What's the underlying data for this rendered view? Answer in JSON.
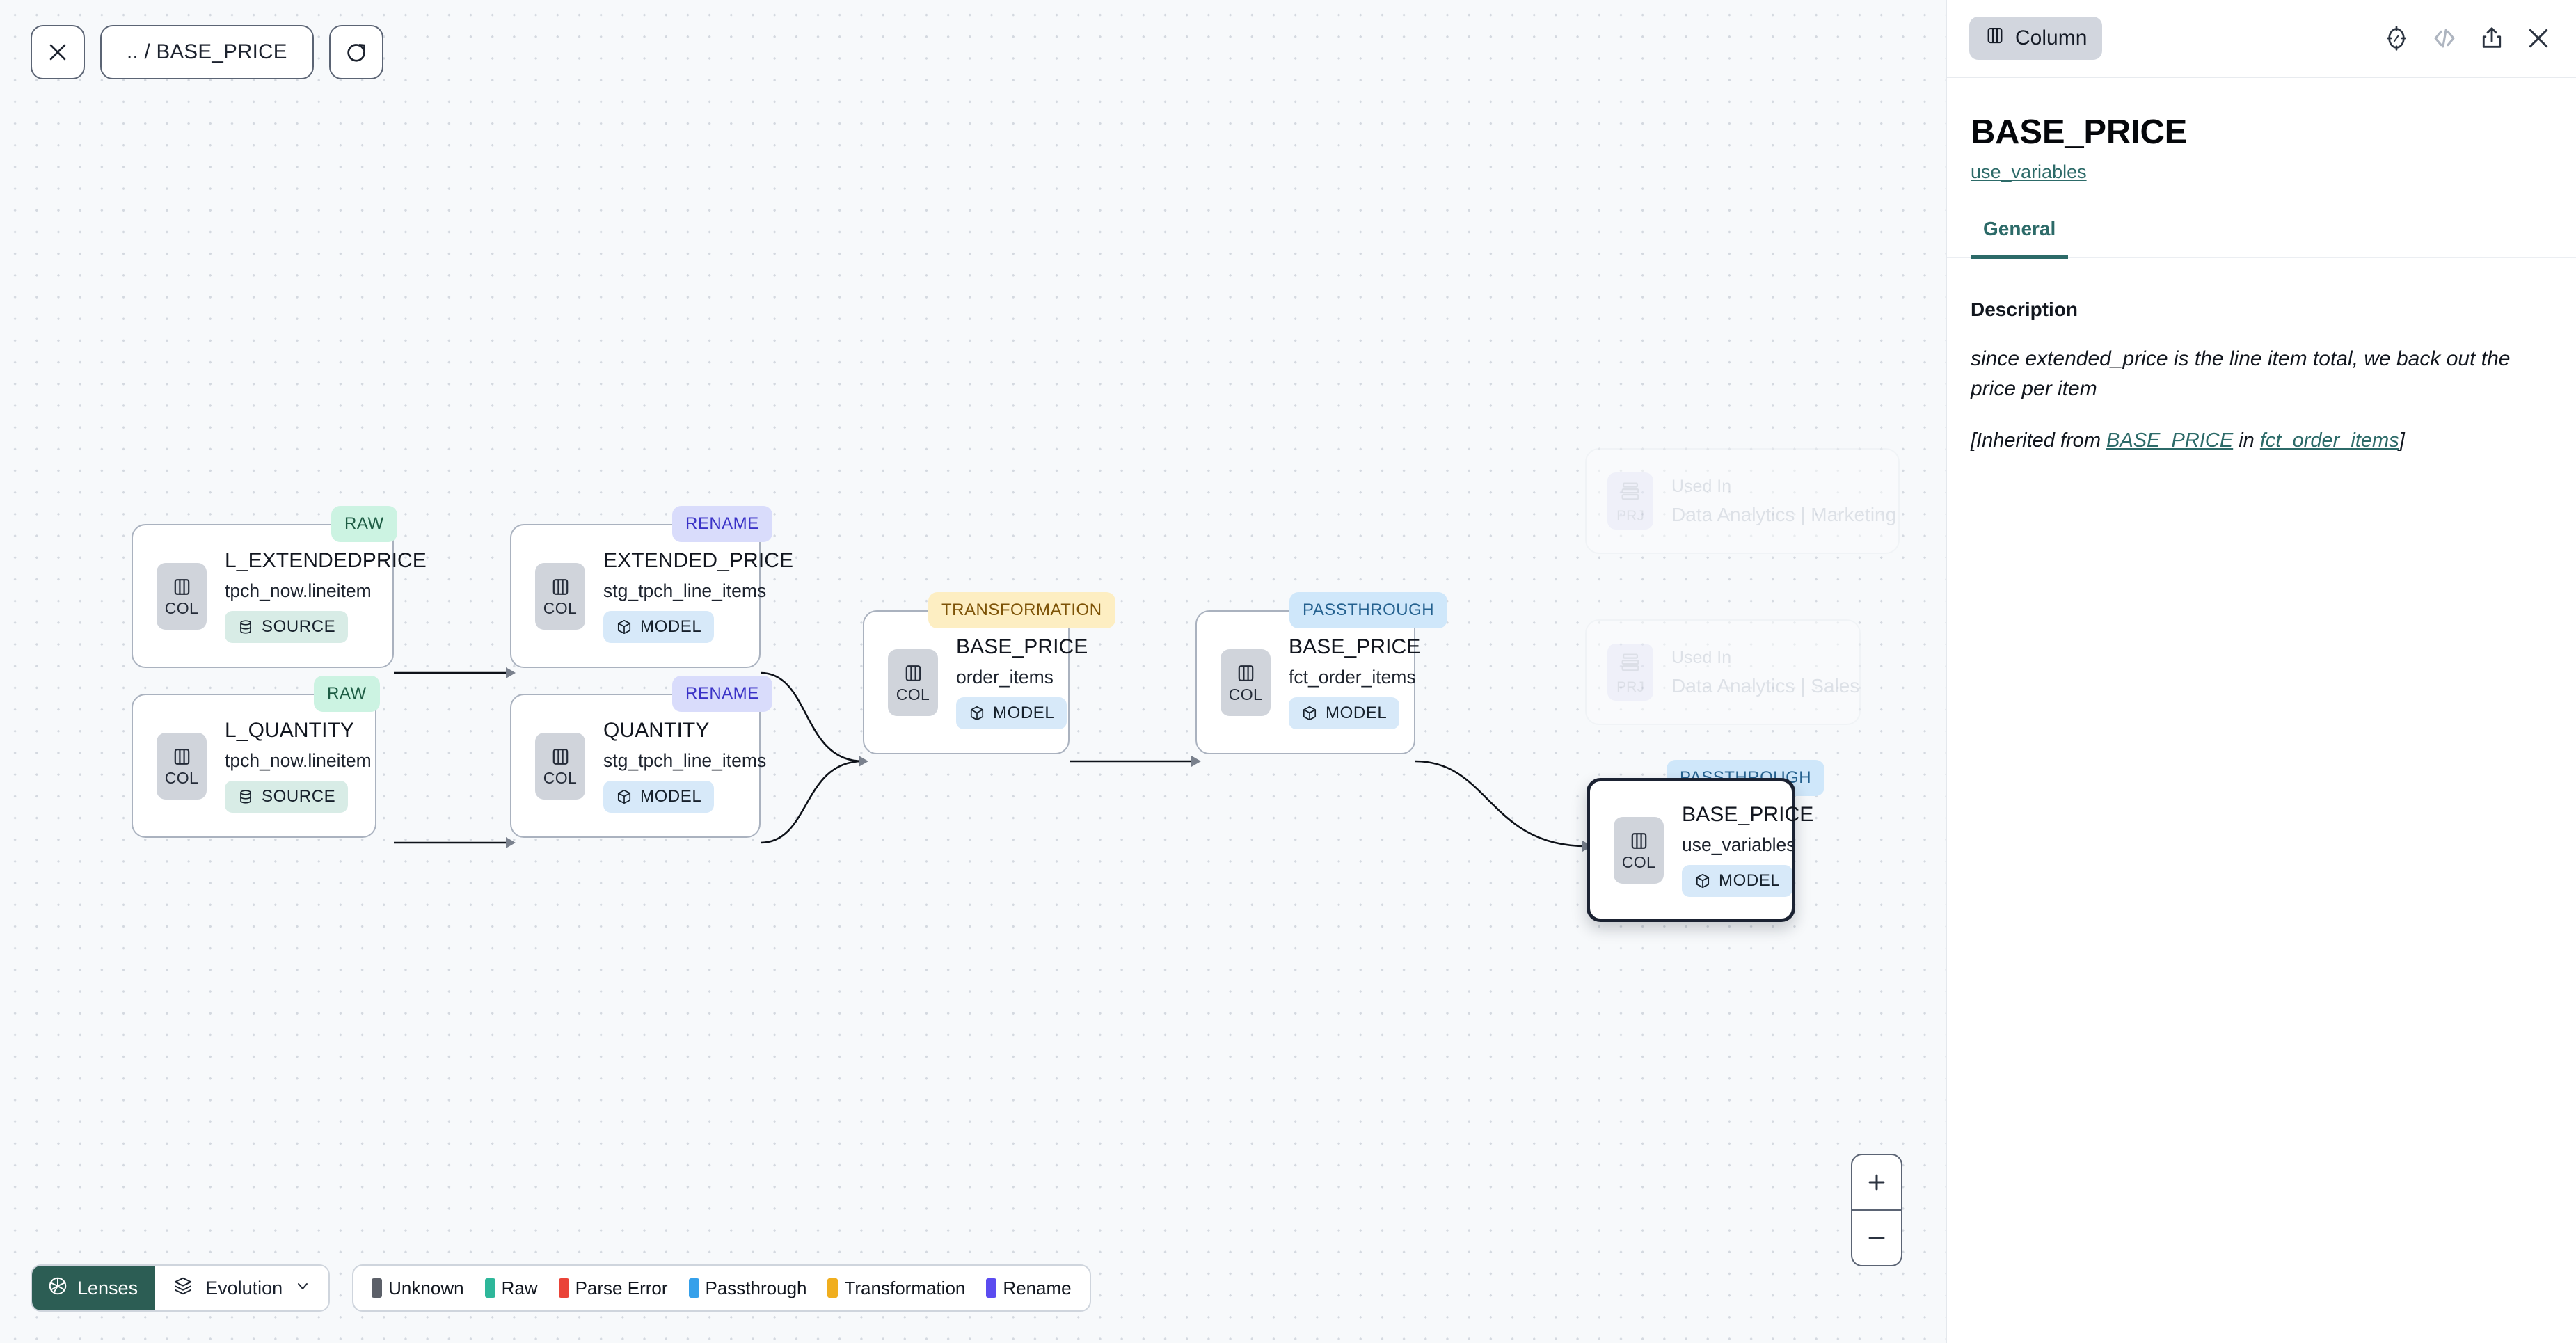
{
  "toolbar": {
    "close_icon": "close-x-icon",
    "breadcrumb": ".. / BASE_PRICE",
    "refresh_icon": "refresh-icon"
  },
  "canvas": {
    "nodes": [
      {
        "id": "l_extendedprice",
        "badge": "RAW",
        "badge_kind": "raw",
        "type_label": "COL",
        "type_icon": "columns-icon",
        "title": "L_EXTENDEDPRICE",
        "subtitle": "tpch_now.lineitem",
        "chip": "SOURCE",
        "chip_kind": "source",
        "chip_icon": "database-icon",
        "selected": false
      },
      {
        "id": "extended_price",
        "badge": "RENAME",
        "badge_kind": "rename",
        "type_label": "COL",
        "type_icon": "columns-icon",
        "title": "EXTENDED_PRICE",
        "subtitle": "stg_tpch_line_items",
        "chip": "MODEL",
        "chip_kind": "model",
        "chip_icon": "cube-icon",
        "selected": false
      },
      {
        "id": "l_quantity",
        "badge": "RAW",
        "badge_kind": "raw",
        "type_label": "COL",
        "type_icon": "columns-icon",
        "title": "L_QUANTITY",
        "subtitle": "tpch_now.lineitem",
        "chip": "SOURCE",
        "chip_kind": "source",
        "chip_icon": "database-icon",
        "selected": false
      },
      {
        "id": "quantity",
        "badge": "RENAME",
        "badge_kind": "rename",
        "type_label": "COL",
        "type_icon": "columns-icon",
        "title": "QUANTITY",
        "subtitle": "stg_tpch_line_items",
        "chip": "MODEL",
        "chip_kind": "model",
        "chip_icon": "cube-icon",
        "selected": false
      },
      {
        "id": "base_price_order_items",
        "badge": "TRANSFORMATION",
        "badge_kind": "transformation",
        "type_label": "COL",
        "type_icon": "columns-icon",
        "title": "BASE_PRICE",
        "subtitle": "order_items",
        "chip": "MODEL",
        "chip_kind": "model",
        "chip_icon": "cube-icon",
        "selected": false
      },
      {
        "id": "base_price_fct_order_items",
        "badge": "PASSTHROUGH",
        "badge_kind": "passthrough",
        "type_label": "COL",
        "type_icon": "columns-icon",
        "title": "BASE_PRICE",
        "subtitle": "fct_order_items",
        "chip": "MODEL",
        "chip_kind": "model",
        "chip_icon": "cube-icon",
        "selected": false
      },
      {
        "id": "base_price_use_variables",
        "badge": "PASSTHROUGH",
        "badge_kind": "passthrough",
        "type_label": "COL",
        "type_icon": "columns-icon",
        "title": "BASE_PRICE",
        "subtitle": "use_variables",
        "chip": "MODEL",
        "chip_kind": "model",
        "chip_icon": "cube-icon",
        "selected": true
      }
    ],
    "ghost_nodes": [
      {
        "id": "used-in-marketing",
        "type_label": "PRJ",
        "type_icon": "project-stack-icon",
        "kicker": "Used In",
        "name": "Data Analytics | Marketing"
      },
      {
        "id": "used-in-sales",
        "type_label": "PRJ",
        "type_icon": "project-stack-icon",
        "kicker": "Used In",
        "name": "Data Analytics | Sales"
      }
    ]
  },
  "bottom_bar": {
    "lenses_label": "Lenses",
    "lenses_icon": "aperture-icon",
    "evolution_label": "Evolution",
    "evolution_icon": "layers-icon",
    "chevron_icon": "chevron-down-icon",
    "legend": [
      {
        "label": "Unknown",
        "color": "#5c6069"
      },
      {
        "label": "Raw",
        "color": "#2eb79a"
      },
      {
        "label": "Parse Error",
        "color": "#ea4338"
      },
      {
        "label": "Passthrough",
        "color": "#35a0ea"
      },
      {
        "label": "Transformation",
        "color": "#f0ae1e"
      },
      {
        "label": "Rename",
        "color": "#5b4cf0"
      }
    ]
  },
  "zoom_controls": {
    "zoom_in_label": "+",
    "zoom_out_label": "–"
  },
  "panel": {
    "kind_label": "Column",
    "kind_icon": "columns-icon",
    "icons": {
      "explore": "compass-icon",
      "code": "code-brackets-icon",
      "share": "share-upload-icon",
      "close": "close-x-icon"
    },
    "title": "BASE_PRICE",
    "parent_link": "use_variables",
    "tabs": [
      {
        "label": "General",
        "active": true
      }
    ],
    "description_label": "Description",
    "description_text": "since extended_price is the line item total, we back out the price per item",
    "inherited_prefix": "[Inherited from ",
    "inherited_column": "BASE_PRICE",
    "inherited_middle": " in ",
    "inherited_model": "fct_order_items",
    "inherited_suffix": "]"
  },
  "theme": {
    "accent_teal": "#2c6a68",
    "lenses_bg": "#2c5d54",
    "canvas_bg": "#f7f9fb",
    "selected_border": "#1b2232"
  }
}
